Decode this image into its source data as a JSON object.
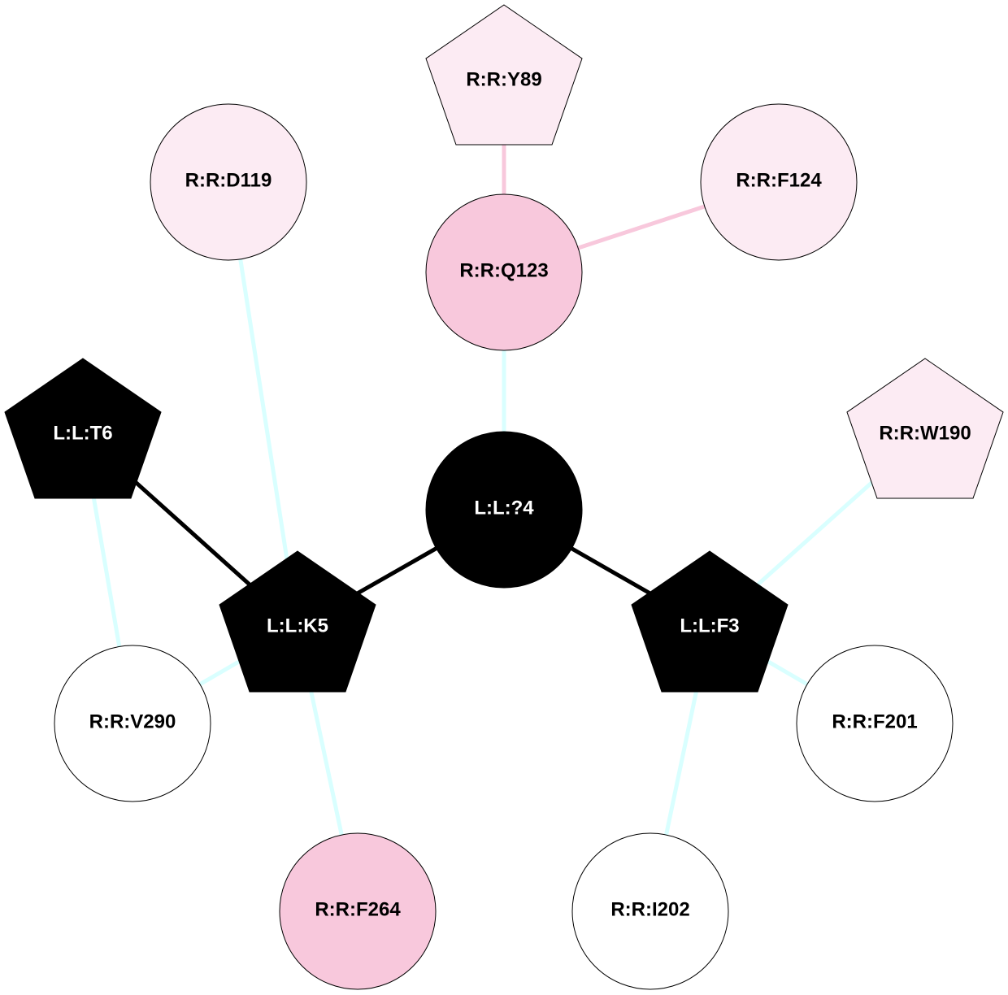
{
  "nodes": {
    "y89": {
      "label": "R:R:Y89",
      "shape": "pentagon",
      "fill": "#fcebf3"
    },
    "d119": {
      "label": "R:R:D119",
      "shape": "circle",
      "fill": "#fcebf3"
    },
    "f124": {
      "label": "R:R:F124",
      "shape": "circle",
      "fill": "#fcebf3"
    },
    "q123": {
      "label": "R:R:Q123",
      "shape": "circle",
      "fill": "#f8c8dc"
    },
    "t6": {
      "label": "L:L:T6",
      "shape": "pentagon",
      "fill": "#000000"
    },
    "w190": {
      "label": "R:R:W190",
      "shape": "pentagon",
      "fill": "#fcebf3"
    },
    "q4": {
      "label": "L:L:?4",
      "shape": "circle",
      "fill": "#000000"
    },
    "k5": {
      "label": "L:L:K5",
      "shape": "pentagon",
      "fill": "#000000"
    },
    "f3": {
      "label": "L:L:F3",
      "shape": "pentagon",
      "fill": "#000000"
    },
    "v290": {
      "label": "R:R:V290",
      "shape": "circle",
      "fill": "#ffffff"
    },
    "f201": {
      "label": "R:R:F201",
      "shape": "circle",
      "fill": "#ffffff"
    },
    "f264": {
      "label": "R:R:F264",
      "shape": "circle",
      "fill": "#f8c8dc"
    },
    "i202": {
      "label": "R:R:I202",
      "shape": "circle",
      "fill": "#ffffff"
    }
  },
  "edges": [
    {
      "from": "R:R:Y89",
      "to": "R:R:Q123",
      "color": "#f8c8dc"
    },
    {
      "from": "R:R:Q123",
      "to": "R:R:F124",
      "color": "#f8c8dc"
    },
    {
      "from": "R:R:Q123",
      "to": "L:L:?4",
      "color": "#d9ffff"
    },
    {
      "from": "R:R:D119",
      "to": "L:L:K5",
      "color": "#d9ffff"
    },
    {
      "from": "L:L:T6",
      "to": "L:L:K5",
      "color": "#000000"
    },
    {
      "from": "L:L:T6",
      "to": "R:R:V290",
      "color": "#d9ffff"
    },
    {
      "from": "L:L:K5",
      "to": "R:R:V290",
      "color": "#d9ffff"
    },
    {
      "from": "L:L:K5",
      "to": "R:R:F264",
      "color": "#d9ffff"
    },
    {
      "from": "L:L:?4",
      "to": "L:L:K5",
      "color": "#000000"
    },
    {
      "from": "L:L:?4",
      "to": "L:L:F3",
      "color": "#000000"
    },
    {
      "from": "L:L:F3",
      "to": "R:R:W190",
      "color": "#d9ffff"
    },
    {
      "from": "L:L:F3",
      "to": "R:R:F201",
      "color": "#d9ffff"
    },
    {
      "from": "L:L:F3",
      "to": "R:R:I202",
      "color": "#d9ffff"
    }
  ]
}
